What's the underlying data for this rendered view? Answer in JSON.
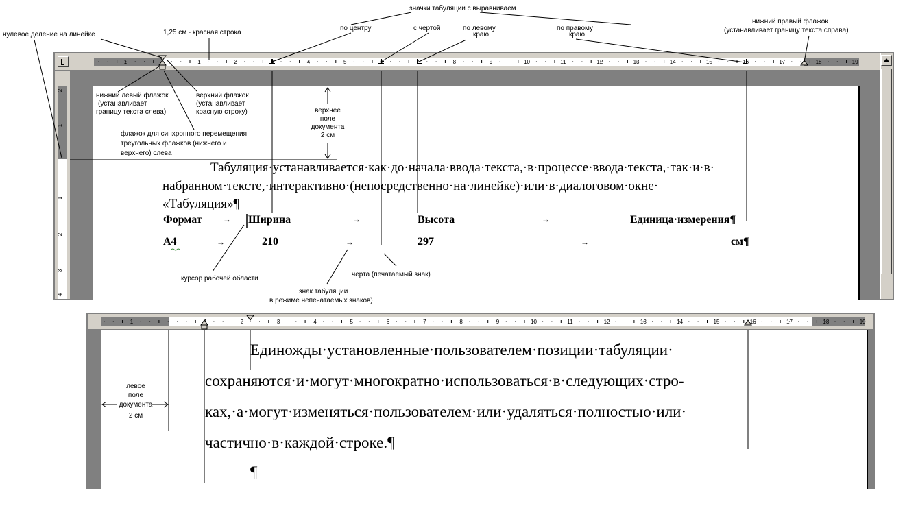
{
  "annotations": {
    "zero_mark": "нулевое деление на линейке",
    "red_line": "1,25 см - красная строка",
    "tab_icons": "значки табуляции с выравниваем",
    "center": "по центру",
    "bar": "с чертой",
    "left_edge_1": "по левому",
    "left_edge_2": "краю",
    "right_edge_1": "по правому",
    "right_edge_2": "краю",
    "right_flag_1": "нижний правый флажок",
    "right_flag_2": "(устанавливает границу текста справа)",
    "bottom_left_flag_1": "нижний левый флажок",
    "bottom_left_flag_2": "(устанавливает",
    "bottom_left_flag_3": "границу текста слева)",
    "top_flag_1": "верхний флажок",
    "top_flag_2": "(устанавливает",
    "top_flag_3": "красную строку)",
    "sync_flag_1": "флажок для синхронного перемещения",
    "sync_flag_2": "треугольных флажков (нижнего и",
    "sync_flag_3": "верхнего) слева",
    "top_margin_1": "верхнее",
    "top_margin_2": "поле",
    "top_margin_3": "документа",
    "top_margin_4": "2 см",
    "cursor": "курсор рабочей области",
    "tab_mark_1": "знак табуляции",
    "tab_mark_2": "в режиме непечатаемых знаков)",
    "bar_mark": "черта (печатаемый знак)",
    "left_margin_1": "левое",
    "left_margin_2": "поле",
    "left_margin_3": "документа",
    "left_margin_4": "2 см"
  },
  "ruler1": {
    "tab_selector_icon": "left-tab-icon",
    "numbers_left": [
      "1"
    ],
    "numbers_right": [
      "1",
      "2",
      "3",
      "4",
      "5",
      "6",
      "7",
      "8",
      "9",
      "10",
      "11",
      "12",
      "13",
      "14",
      "15",
      "16",
      "17",
      "18",
      "19"
    ]
  },
  "ruler2": {
    "numbers_left": [
      "1"
    ],
    "numbers_right": [
      "1",
      "2",
      "3",
      "4",
      "5",
      "6",
      "7",
      "8",
      "9",
      "10",
      "11",
      "12",
      "13",
      "14",
      "15",
      "16",
      "17",
      "18",
      "19"
    ]
  },
  "vruler": {
    "numbers_top": [
      "2",
      "1"
    ],
    "numbers_bottom": [
      "1",
      "2",
      "3",
      "4"
    ]
  },
  "doc1": {
    "para_line1": "Табуляция·устанавливается·как·до·начала·ввода·текста,·в·процессе·ввода·текста,·так·и·в·",
    "para_line2": "набранном·тексте,·интерактивно·(непосредственно·на·линейке)·или·в·диалоговом·окне·",
    "para_line3": "«Табуляция»¶",
    "table_headers": [
      "Формат",
      "Ширина",
      "Высота",
      "Единица·измерения¶"
    ],
    "table_row": [
      "А4",
      "210",
      "297",
      "см¶"
    ],
    "tab_arrow": "→"
  },
  "doc2": {
    "line1": "Единожды·установленные·пользователем·позиции·табуляции·",
    "line2": "сохраняются·и·могут·многократно·использоваться·в·следующих·стро-",
    "line3": "ках,·а·могут·изменяться·пользователем·или·удаляться·полностью·или·",
    "line4": "частично·в·каждой·строке.¶",
    "line5": "¶"
  },
  "scrollbar": {
    "up_arrow_icon": "up-arrow-icon"
  }
}
